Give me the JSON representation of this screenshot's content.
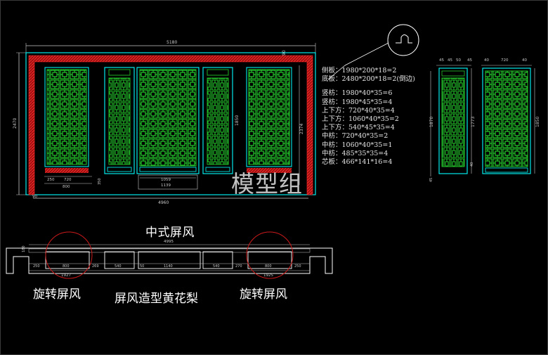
{
  "drawing": {
    "front_view": {
      "dim_width_top": "5180",
      "dim_height_left": "2470",
      "dim_height_right": "2374",
      "dim_right_top": "90",
      "dim_bottom_overall": "4960",
      "dim_bottom_left": "90",
      "dim_base_left_parts": [
        "250",
        "720"
      ],
      "dim_base_left_total": "800",
      "dim_center_panel": [
        "1059",
        "1139"
      ],
      "dim_inner_height": "1850",
      "dim_base_height": "350"
    },
    "side_view": {
      "dim_top_a": [
        "45",
        "45",
        "50",
        "45"
      ],
      "dim_top_b": [
        "40",
        "720",
        "40"
      ],
      "dim_left": "1870",
      "dim_mid": "1773",
      "dim_right": "1850",
      "dim_bottom_left": "45",
      "dim_bottom_mid": "40"
    },
    "plan_view": {
      "dim_overall": "4995",
      "dim_left_height": "180",
      "dim_segments": [
        "250",
        "800",
        "1927",
        "269",
        "540",
        "50",
        "1140",
        "540",
        "270",
        "800",
        "1925",
        "250"
      ],
      "dim_bottom_a": "1927",
      "dim_bottom_b": "1925",
      "dim_center": "1140"
    }
  },
  "specs": [
    "侧板：1980*200*18=2",
    "底板：2480*200*18=2(倒边)",
    "竖枋：1980*40*35=6",
    "竖枋：1980*45*35=4",
    "上下方：720*40*35=4",
    "上下方：1060*40*35=2",
    "上下方：540*45*35=4",
    "中枋：720*40*35=2",
    "中枋：1060*40*35=1",
    "中枋：485*35*35=4",
    "芯板：466*141*16=4"
  ],
  "labels": {
    "title": "中式屏风",
    "left_caption": "旋转屏风",
    "center_caption": "屏风造型黄花梨",
    "right_caption": "旋转屏风",
    "watermark": "模型组"
  },
  "colors": {
    "background": "#000000",
    "outline": "#00ffff",
    "lattice": "#22c22a",
    "frame_red": "#d01818",
    "dimension": "#c8c8c8",
    "text": "#ffffff",
    "circle": "#cc1a1a"
  }
}
